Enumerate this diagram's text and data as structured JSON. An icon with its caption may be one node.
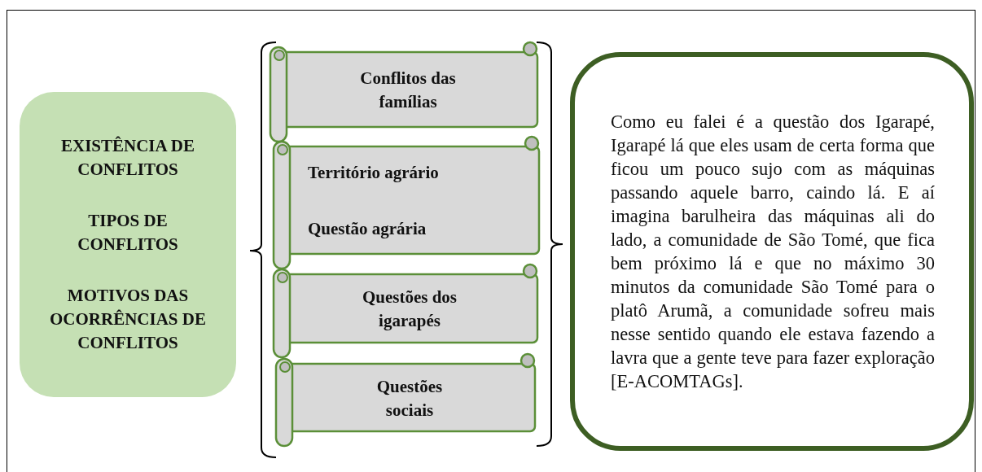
{
  "diagram": {
    "nodes": [
      {
        "text": [
          "EXISTÊNCIA DE CONFLITOS",
          "TIPOS DE CONFLITOS",
          "MOTIVOS DAS OCORRÊNCIAS DE CONFLITOS"
        ]
      },
      {
        "text": [
          "Conflitos das famílias"
        ]
      },
      {
        "text": [
          "Território agrário",
          "Questão agrária"
        ]
      },
      {
        "text": [
          "Questões dos igarapés"
        ]
      },
      {
        "text": [
          "Questões sociais"
        ]
      },
      {
        "text": [
          "Como eu falei é a questão dos Igarapé, Igarapé lá que eles usam de certa forma que ficou um pouco sujo com as máquinas passando aquele barro, caindo lá. E aí imagina barulheira das máquinas ali do lado, a comunidade de São Tomé, que fica bem próximo lá e que no máximo 30 minutos da comunidade São Tomé para o platô Arumã, a comunidade sofreu mais nesse sentido quando ele estava fazendo a lavra que a gente teve para fazer exploração [E-ACOMTAGs]."
        ]
      }
    ]
  }
}
